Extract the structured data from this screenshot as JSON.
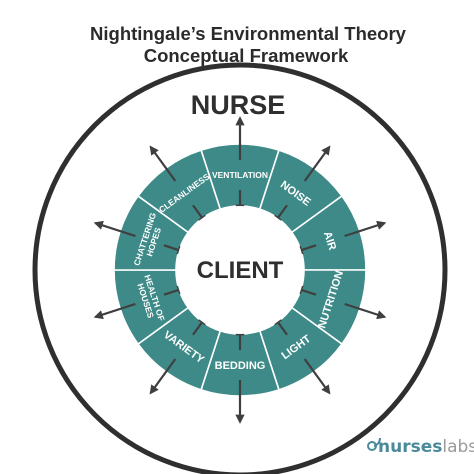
{
  "title_line1": "Nightingale’s Environmental Theory",
  "title_line2": "Conceptual Framework",
  "outer_label": "NURSE",
  "center_label": "CLIENT",
  "segments": [
    {
      "label": "VENTILATION"
    },
    {
      "label": "NOISE"
    },
    {
      "label": "AIR"
    },
    {
      "label": "NUTRITION"
    },
    {
      "label": "LIGHT"
    },
    {
      "label": "BEDDING"
    },
    {
      "label": "VARIETY"
    },
    {
      "label": "HEALTH OF HOUSES"
    },
    {
      "label": "CHATTERING HOPES"
    },
    {
      "label": "CLEANLINESS"
    }
  ],
  "logo": {
    "part1": "nurses",
    "part2": "labs"
  },
  "colors": {
    "teal": "#3d8a88",
    "ring": "#2f2f2f",
    "arrow": "#3f3f3f"
  }
}
